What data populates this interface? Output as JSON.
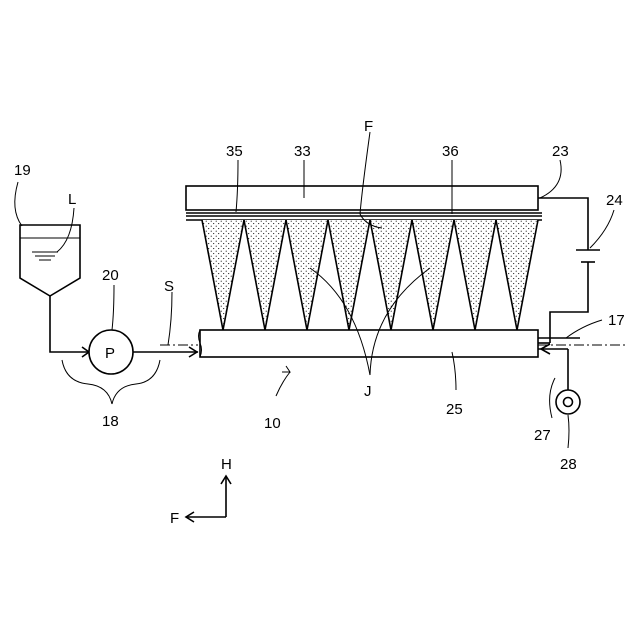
{
  "labels": {
    "num_19": "19",
    "letter_L": "L",
    "num_20": "20",
    "pump_P": "P",
    "letter_S": "S",
    "num_18": "18",
    "num_35": "35",
    "num_33": "33",
    "letter_F_top": "F",
    "num_36": "36",
    "num_23": "23",
    "num_24": "24",
    "num_17": "17",
    "letter_J": "J",
    "num_10": "10",
    "num_25": "25",
    "num_27": "27",
    "num_28": "28",
    "axis_H": "H",
    "axis_F": "F"
  },
  "colors": {
    "line": "#000000",
    "background": "#ffffff",
    "stipple": "#000000"
  }
}
